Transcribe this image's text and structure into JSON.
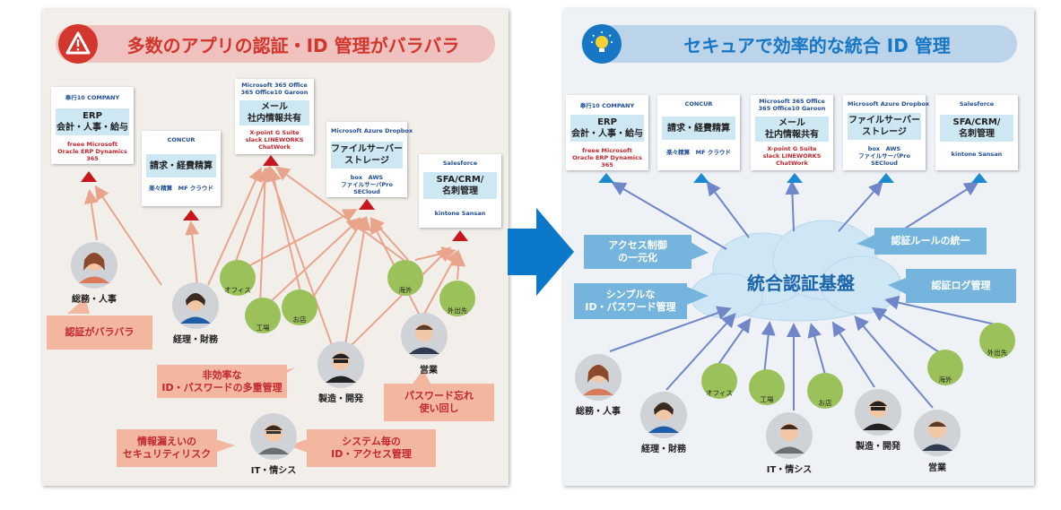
{
  "left": {
    "title": "多数のアプリの認証・ID 管理がバラバラ",
    "apps": [
      {
        "header": "奉行10 COMPANY",
        "band": [
          "ERP",
          "会計・人事・給与"
        ],
        "footer": [
          "freee Microsoft",
          "Oracle ERP Dynamics 365"
        ]
      },
      {
        "header": "CONCUR",
        "band": [
          "請求・経費精算"
        ],
        "footer": [
          "楽々精算　MF クラウド"
        ]
      },
      {
        "header": "Microsoft 365 Office 365 Office10 Garoon",
        "band": [
          "メール",
          "社内情報共有"
        ],
        "footer": [
          "X-point G Suite",
          "slack LINEWORKS",
          "ChatWork"
        ]
      },
      {
        "header": "Microsoft Azure Dropbox",
        "band": [
          "ファイルサーバー",
          "ストレージ"
        ],
        "footer": [
          "box　AWS",
          "ファイルサーバPro SECloud"
        ]
      },
      {
        "header": "Salesforce",
        "band": [
          "SFA/CRM/",
          "名刺管理"
        ],
        "footer": [
          "kintone Sansan"
        ]
      }
    ],
    "people": [
      {
        "label": "総務・人事"
      },
      {
        "label": "経理・財務"
      },
      {
        "label": "製造・開発"
      },
      {
        "label": "営業"
      },
      {
        "label": "IT・情シス"
      }
    ],
    "places": [
      {
        "label": "オフィス"
      },
      {
        "label": "工場"
      },
      {
        "label": "お店"
      },
      {
        "label": "海外"
      },
      {
        "label": "外出先"
      }
    ],
    "callouts": [
      {
        "lines": [
          "認証がバラバラ"
        ]
      },
      {
        "lines": [
          "非効率な",
          "ID・パスワードの多重管理"
        ]
      },
      {
        "lines": [
          "パスワード忘れ",
          "使い回し"
        ]
      },
      {
        "lines": [
          "情報漏えいの",
          "セキュリティリスク"
        ]
      },
      {
        "lines": [
          "システム毎の",
          "ID・アクセス管理"
        ]
      }
    ]
  },
  "right": {
    "title": "セキュアで効率的な統合 ID 管理",
    "apps": [
      {
        "header": "奉行10 COMPANY",
        "band": [
          "ERP",
          "会計・人事・給与"
        ],
        "footer": [
          "freee Microsoft",
          "Oracle ERP Dynamics 365"
        ]
      },
      {
        "header": "CONCUR",
        "band": [
          "請求・経費精算"
        ],
        "footer": [
          "楽々精算　MF クラウド"
        ]
      },
      {
        "header": "Microsoft 365 Office 365 Office10 Garoon",
        "band": [
          "メール",
          "社内情報共有"
        ],
        "footer": [
          "X-point G Suite",
          "slack LINEWORKS",
          "ChatWork"
        ]
      },
      {
        "header": "Microsoft Azure Dropbox",
        "band": [
          "ファイルサーバー",
          "ストレージ"
        ],
        "footer": [
          "box　AWS",
          "ファイルサーバPro SECloud"
        ]
      },
      {
        "header": "Salesforce",
        "band": [
          "SFA/CRM/",
          "名刺管理"
        ],
        "footer": [
          "kintone Sansan"
        ]
      }
    ],
    "cloud": "統合認証基盤",
    "callouts": [
      {
        "lines": [
          "アクセス制御",
          "の一元化"
        ]
      },
      {
        "lines": [
          "シンプルな",
          "ID・パスワード管理"
        ]
      },
      {
        "lines": [
          "認証ルールの統一"
        ]
      },
      {
        "lines": [
          "認証ログ管理"
        ]
      }
    ],
    "people": [
      {
        "label": "総務・人事"
      },
      {
        "label": "経理・財務"
      },
      {
        "label": "IT・情シス"
      },
      {
        "label": "製造・開発"
      },
      {
        "label": "営業"
      }
    ],
    "places": [
      {
        "label": "オフィス"
      },
      {
        "label": "工場"
      },
      {
        "label": "お店"
      },
      {
        "label": "海外"
      },
      {
        "label": "外出先"
      }
    ]
  },
  "colors": {
    "left_accent": "#d2362d",
    "right_accent": "#1777c4",
    "left_arrow": "#e8a58c",
    "right_arrow": "#6f86c8",
    "big_arrow": "#0b78c9",
    "place_circle": "#9bc25a"
  },
  "icons": {
    "warning": "warning-icon",
    "idea": "lightbulb-icon",
    "transition": "arrow-right-icon"
  }
}
